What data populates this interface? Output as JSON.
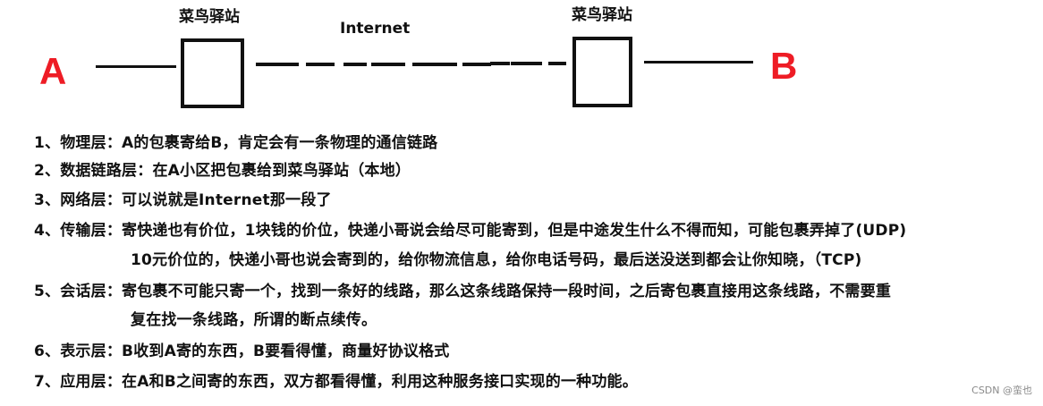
{
  "diagram": {
    "endpoint_a": "A",
    "endpoint_b": "B",
    "station_left_label": "菜鸟驿站",
    "station_right_label": "菜鸟驿站",
    "internet_label": "Internet",
    "colors": {
      "endpoint": "#ee1c25",
      "line": "#111111"
    }
  },
  "layers": [
    {
      "prefix": "1、物理层：",
      "text": "A的包裹寄给B，肯定会有一条物理的通信链路"
    },
    {
      "prefix": "2、数据链路层：",
      "text": "在A小区把包裹给到菜鸟驿站（本地）"
    },
    {
      "prefix": "3、网络层：",
      "text": "可以说就是Internet那一段了"
    },
    {
      "prefix": "4、传输层：",
      "text": "寄快递也有价位，1块钱的价位，快递小哥说会给尽可能寄到，但是中途发生什么不得而知，可能包裹弄掉了(UDP)",
      "continuation": "10元价位的，快递小哥也说会寄到的，给你物流信息，给你电话号码，最后送没送到都会让你知晓，（TCP)"
    },
    {
      "prefix": "5、会话层：",
      "text": "寄包裹不可能只寄一个，找到一条好的线路，那么这条线路保持一段时间，之后寄包裹直接用这条线路，不需要重",
      "continuation": "复在找一条线路，所谓的断点续传。"
    },
    {
      "prefix": "6、表示层：",
      "text": "B收到A寄的东西，B要看得懂，商量好协议格式"
    },
    {
      "prefix": "7、应用层：",
      "text": "在A和B之间寄的东西，双方都看得懂，利用这种服务接口实现的一种功能。"
    }
  ],
  "watermark": "CSDN @蛮也"
}
